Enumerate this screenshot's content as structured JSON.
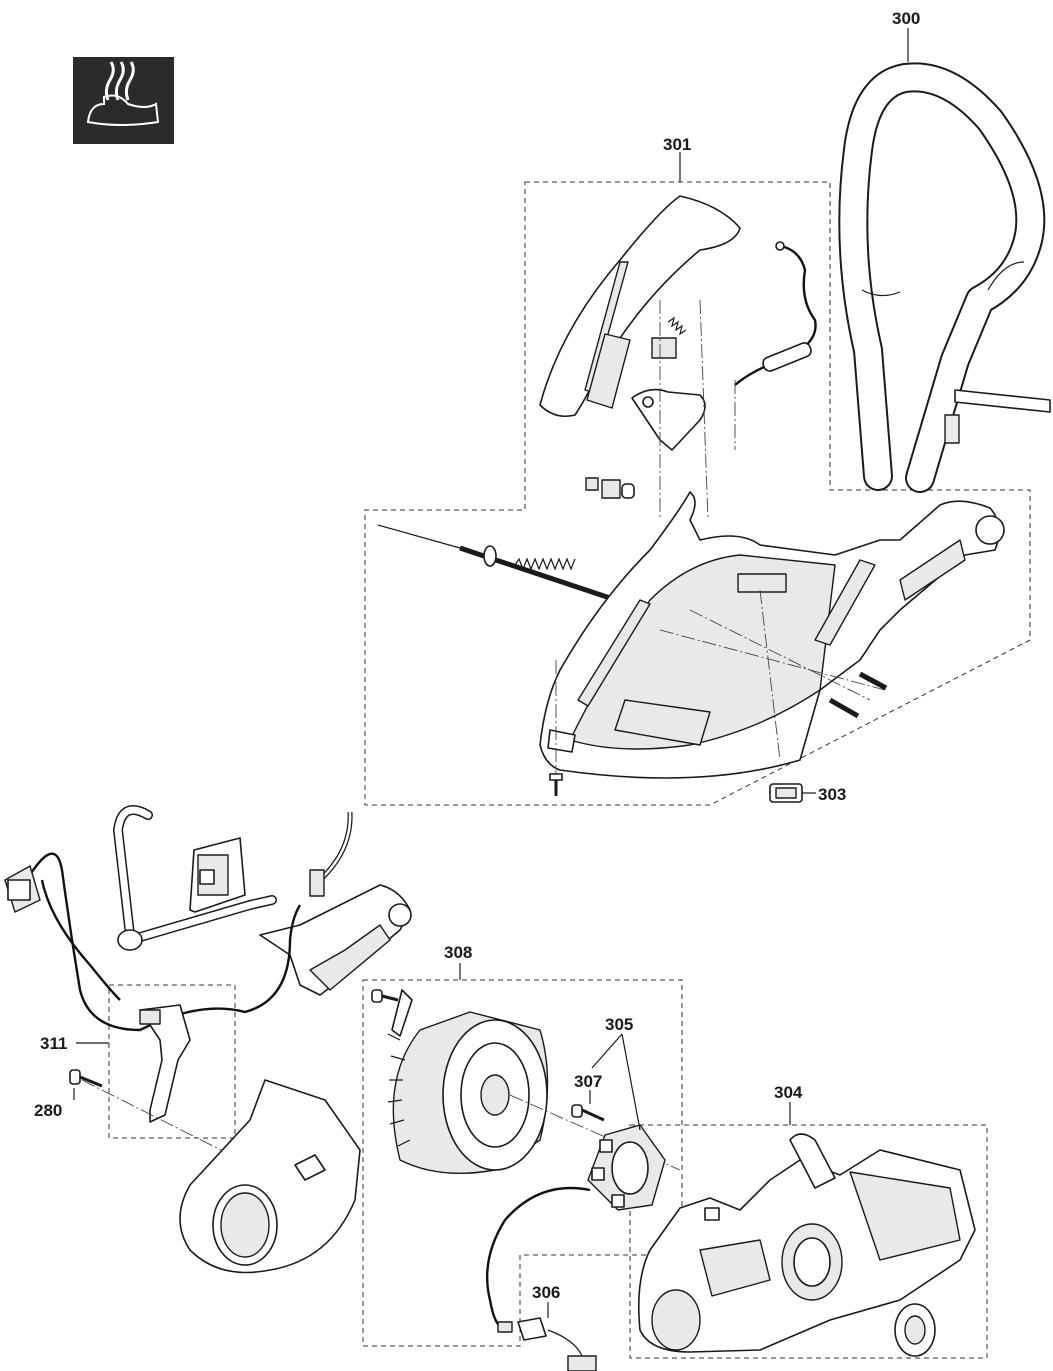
{
  "icon": {
    "name": "heated-handle-icon",
    "background": "#2b2b2b"
  },
  "callouts": {
    "c280": "280",
    "c300": "300",
    "c301": "301",
    "c303": "303",
    "c304": "304",
    "c305": "305",
    "c306": "306",
    "c307": "307",
    "c308": "308",
    "c311": "311"
  }
}
